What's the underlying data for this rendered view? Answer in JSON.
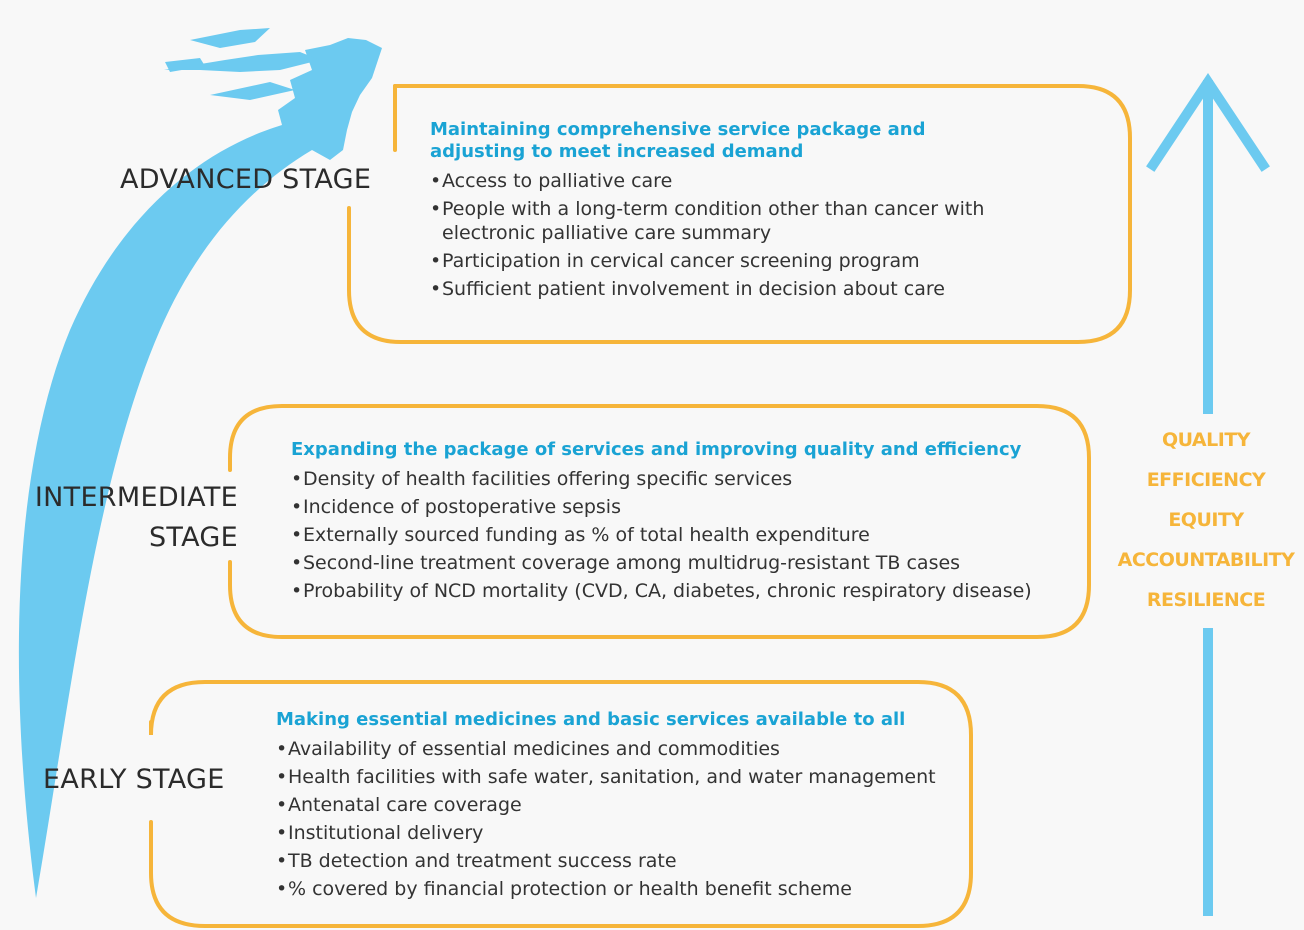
{
  "stages": [
    {
      "id": "advanced",
      "label": "ADVANCED STAGE",
      "heading": "Maintaining comprehensive service package and\nadjusting to meet increased demand",
      "indicators": [
        "Access to palliative care",
        "People with a long-term condition other than cancer with\nelectronic palliative care summary",
        "Participation in cervical cancer screening program",
        "Sufficient patient involvement in decision about care"
      ]
    },
    {
      "id": "intermediate",
      "label": "INTERMEDIATE\nSTAGE",
      "heading": "Expanding the package of services and improving quality and efficiency",
      "indicators": [
        "Density of health facilities offering specific services",
        "Incidence of postoperative sepsis",
        "Externally sourced funding as % of total health expenditure",
        "Second-line treatment coverage among multidrug-resistant TB cases",
        "Probability of NCD mortality (CVD, CA, diabetes, chronic respiratory disease)"
      ]
    },
    {
      "id": "early",
      "label": "EARLY STAGE",
      "heading": "Making essential medicines and basic services available to all",
      "indicators": [
        "Availability of essential medicines and commodities",
        "Health facilities with safe water, sanitation, and water management",
        "Antenatal care coverage",
        "Institutional delivery",
        "TB detection and treatment success rate",
        "% covered by financial protection or health benefit scheme"
      ]
    }
  ],
  "values": [
    "QUALITY",
    "EFFICIENCY",
    "EQUITY",
    "ACCOUNTABILITY",
    "RESILIENCE"
  ],
  "colors": {
    "box_border": "#f6b53a",
    "arrow": "#6ccaf0",
    "heading": "#1aa3d4",
    "values_text": "#f6b53a",
    "stage_label": "#2b2b2b",
    "body_text": "#333333"
  }
}
